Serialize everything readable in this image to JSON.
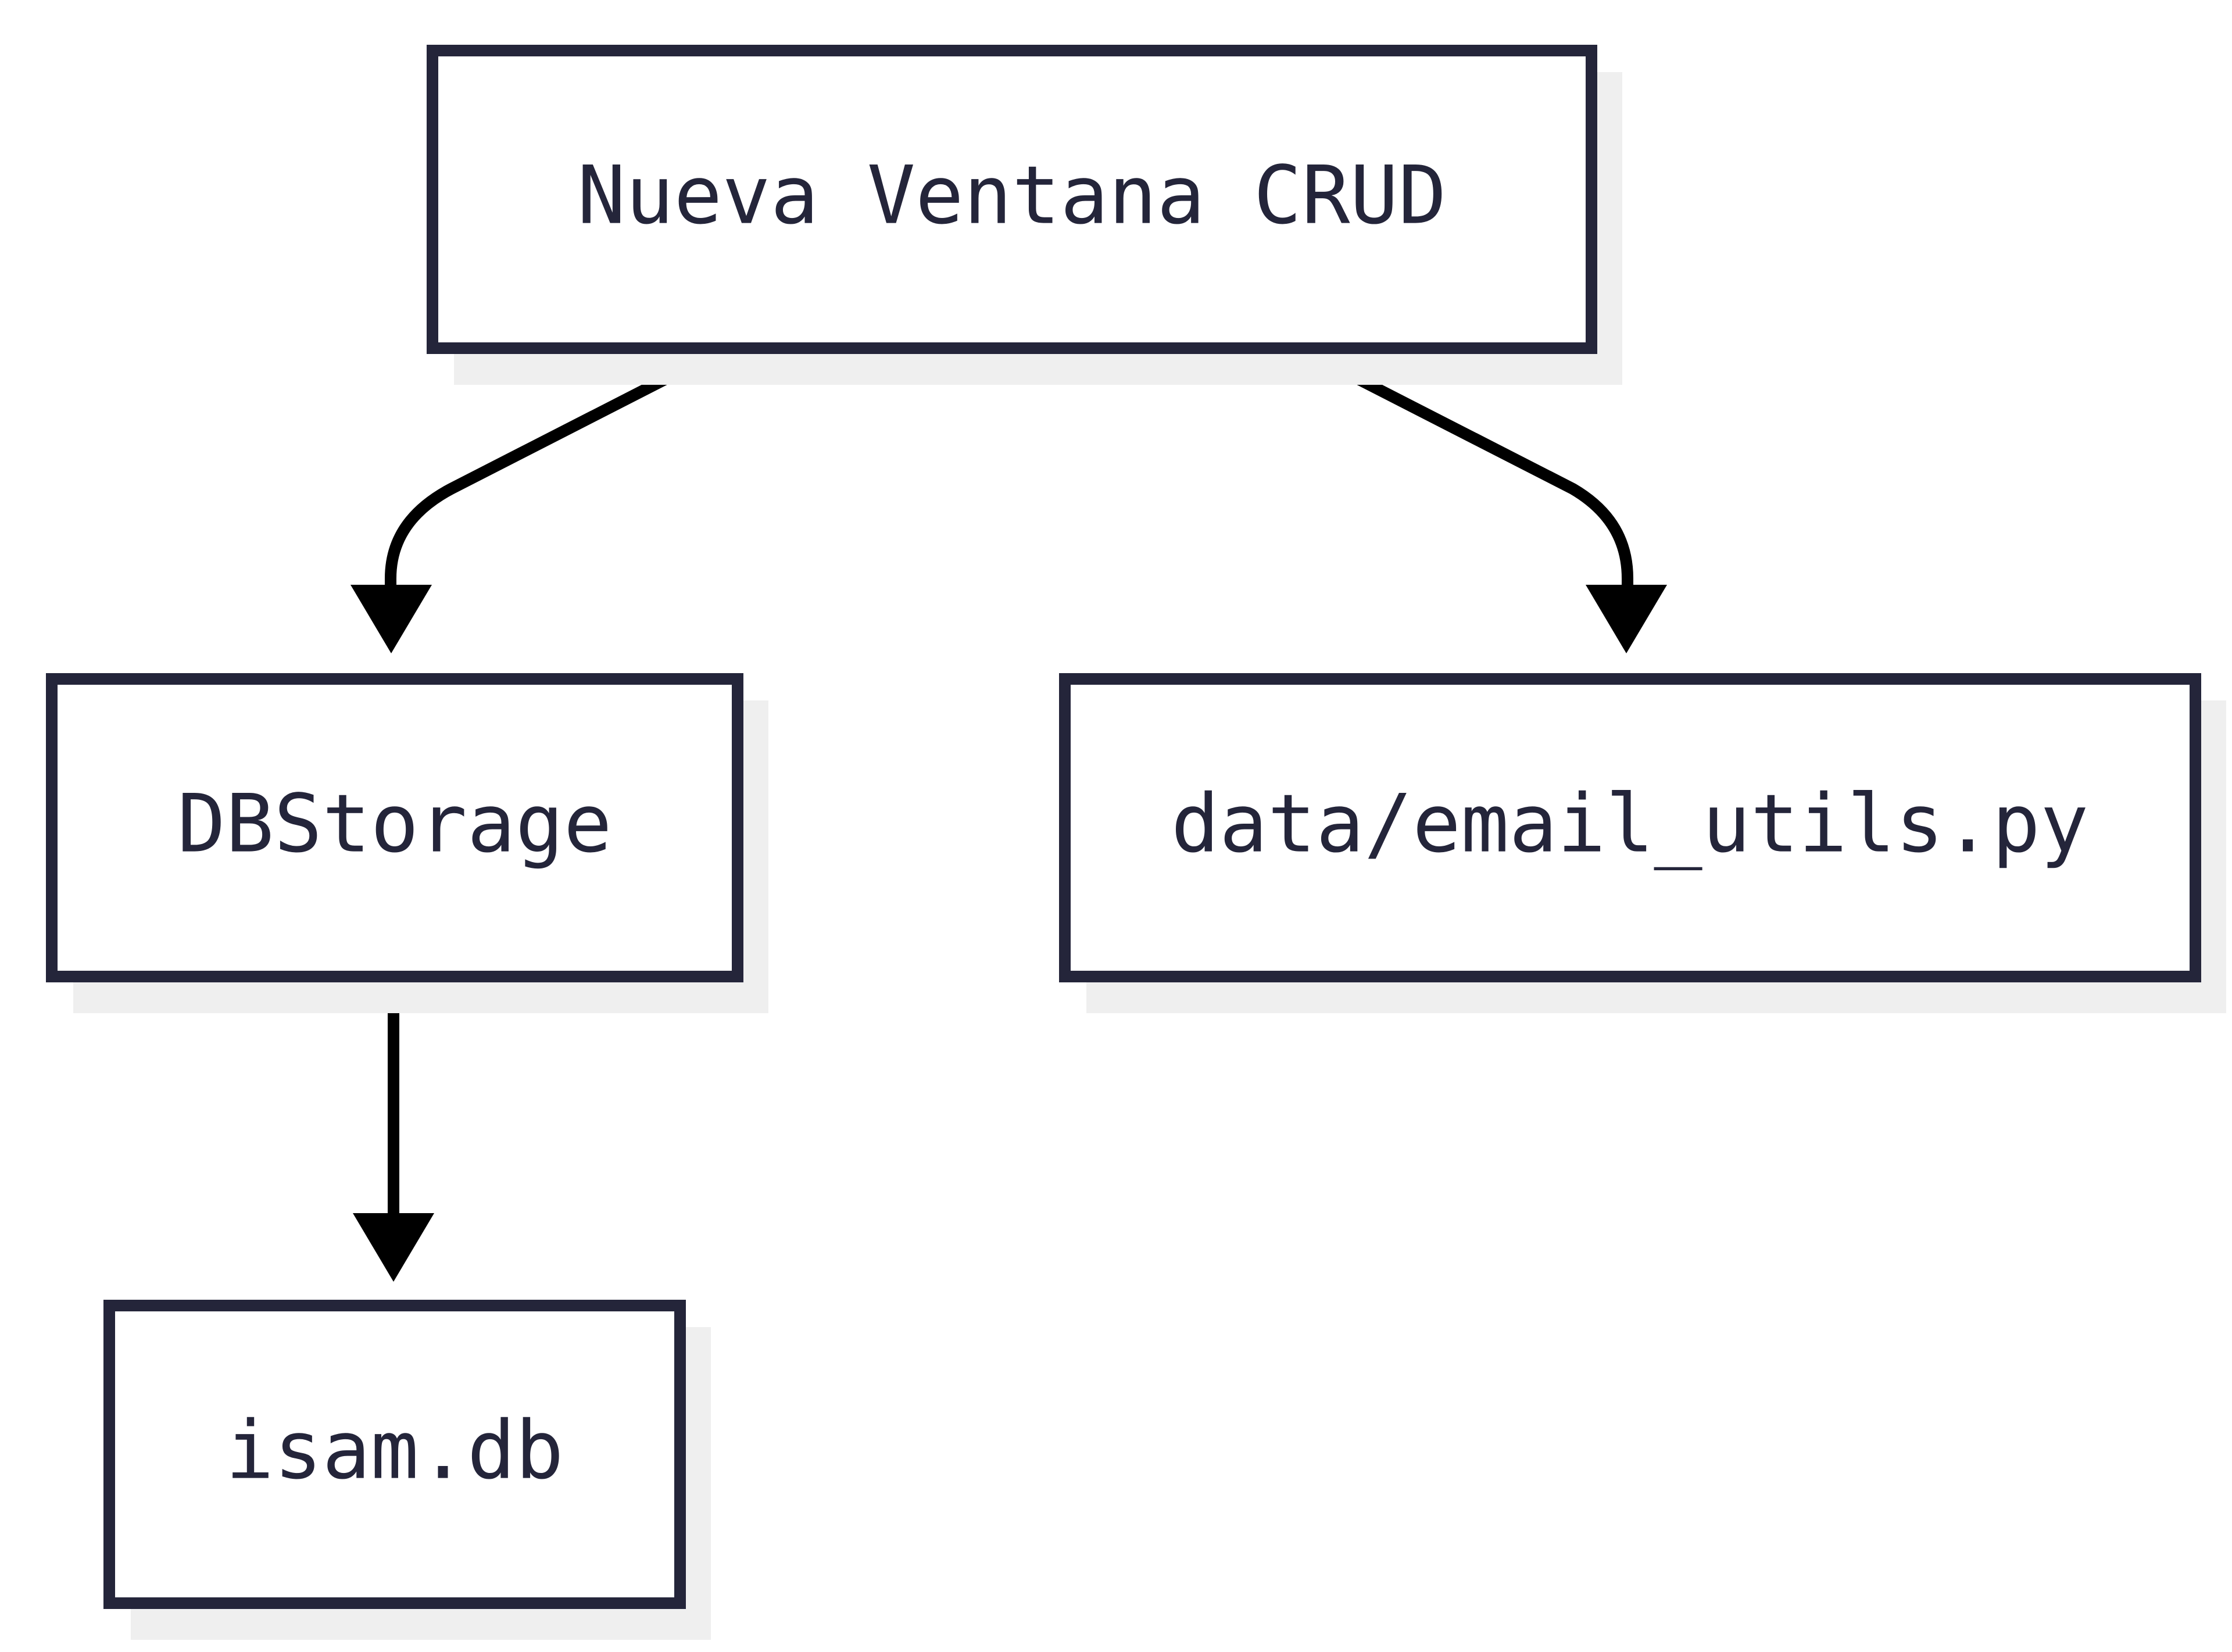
{
  "colors": {
    "node_border": "#24253a",
    "node_text": "#24253a",
    "node_fill": "#ffffff",
    "shadow": "#efefef",
    "edge": "#000000",
    "background": "#ffffff"
  },
  "nodes": {
    "crud": {
      "label": "Nueva Ventana CRUD"
    },
    "dbstorage": {
      "label": "DBStorage"
    },
    "email_utils": {
      "label": "data/email_utils.py"
    },
    "isam": {
      "label": "isam.db"
    }
  },
  "edges": [
    {
      "from": "Nueva Ventana CRUD",
      "to": "DBStorage"
    },
    {
      "from": "Nueva Ventana CRUD",
      "to": "data/email_utils.py"
    },
    {
      "from": "DBStorage",
      "to": "isam.db"
    }
  ]
}
